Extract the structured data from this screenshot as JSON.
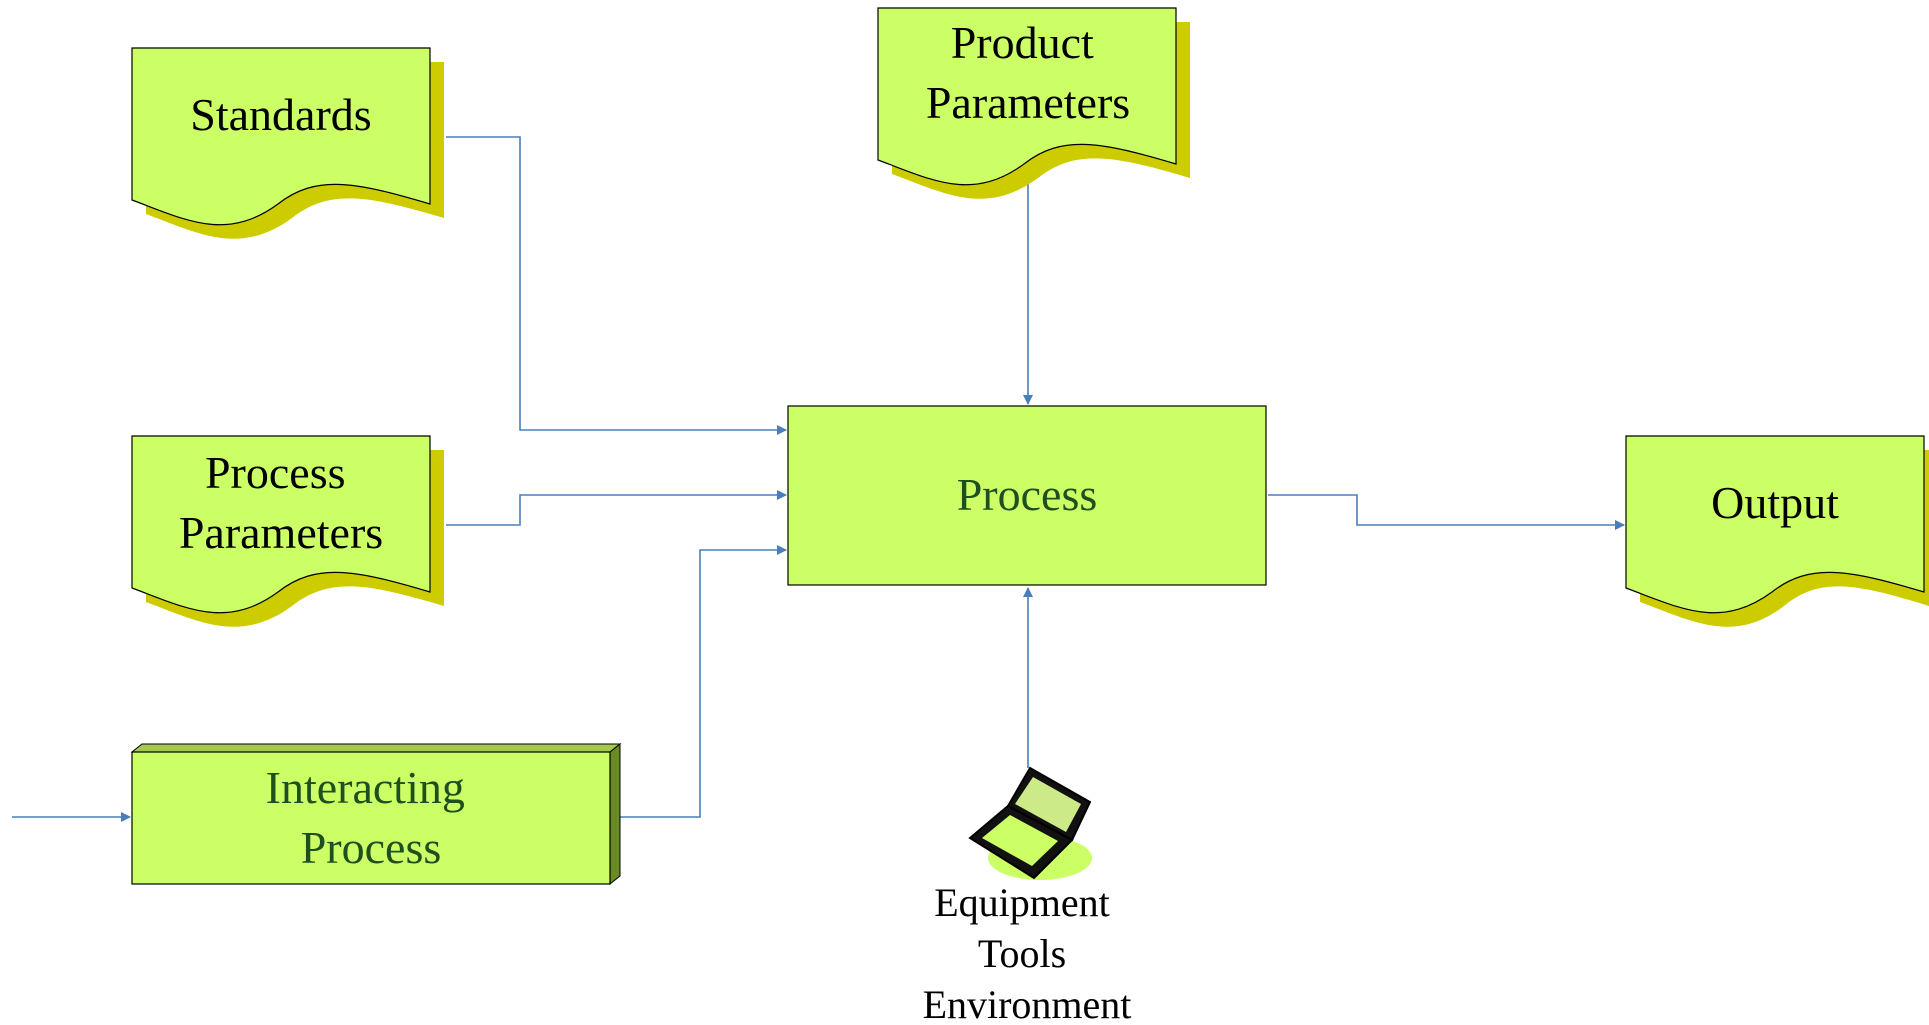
{
  "colors": {
    "box_fill": "#ccff66",
    "doc_shadow": "#cccc00",
    "block_side": "#6a8a26",
    "connector": "#4a7ebb",
    "doc_text": "#000000",
    "process_text": "#1f4e1f"
  },
  "nodes": {
    "standards": {
      "lines": [
        "Standards"
      ]
    },
    "product_parameters": {
      "lines": [
        "Product",
        "Parameters"
      ]
    },
    "process_parameters": {
      "lines": [
        "Process",
        "Parameters"
      ]
    },
    "process": {
      "lines": [
        "Process"
      ]
    },
    "output": {
      "lines": [
        "Output"
      ]
    },
    "interacting_process": {
      "lines": [
        "Interacting",
        "Process"
      ]
    },
    "equipment": {
      "icon": "laptop-icon",
      "lines": [
        "Equipment",
        "Tools",
        "Environment"
      ]
    }
  }
}
